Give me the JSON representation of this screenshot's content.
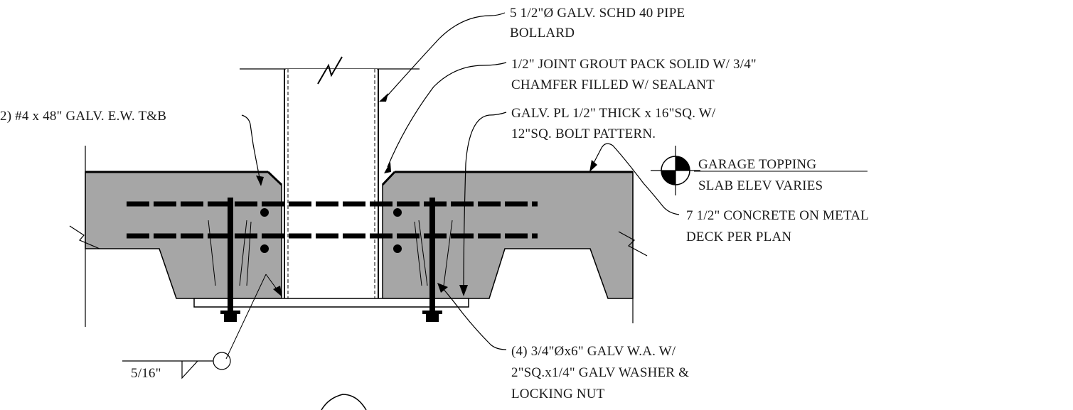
{
  "callouts": {
    "bollard": [
      "5 1/2\"Ø GALV. SCHD 40 PIPE",
      "BOLLARD"
    ],
    "joint": [
      "1/2\" JOINT GROUT PACK SOLID W/ 3/4\"",
      "CHAMFER FILLED W/ SEALANT"
    ],
    "plate": [
      "GALV. PL 1/2\" THICK x 16\"SQ. W/",
      "12\"SQ. BOLT PATTERN."
    ],
    "rebar": [
      "2) #4 x 48\" GALV. E.W. T&B"
    ],
    "elevation": [
      "GARAGE TOPPING",
      "SLAB ELEV VARIES"
    ],
    "slab": [
      "7 1/2\" CONCRETE ON METAL",
      "DECK PER PLAN"
    ],
    "anchors": [
      "(4) 3/4\"Øx6\" GALV W.A. W/",
      "2\"SQ.x1/4\" GALV WASHER &",
      "LOCKING NUT"
    ],
    "weld_size": "5/16\""
  },
  "colors": {
    "concrete": "#a6a6a6",
    "linework": "#000000",
    "paper": "#ffffff"
  }
}
